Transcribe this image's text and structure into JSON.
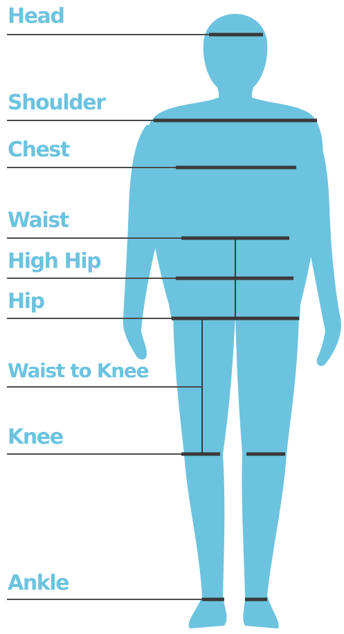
{
  "colors": {
    "body": "#6cc3df",
    "label": "#6cc3df",
    "line": "#4a4a4a",
    "measure": "#3a3a3a",
    "background": "#ffffff"
  },
  "measurements": [
    {
      "key": "head",
      "label": "Head"
    },
    {
      "key": "shoulder",
      "label": "Shoulder"
    },
    {
      "key": "chest",
      "label": "Chest"
    },
    {
      "key": "waist",
      "label": "Waist"
    },
    {
      "key": "high_hip",
      "label": "High Hip"
    },
    {
      "key": "hip",
      "label": "Hip"
    },
    {
      "key": "waist_to_knee",
      "label": "Waist to Knee"
    },
    {
      "key": "knee",
      "label": "Knee"
    },
    {
      "key": "ankle",
      "label": "Ankle"
    }
  ]
}
